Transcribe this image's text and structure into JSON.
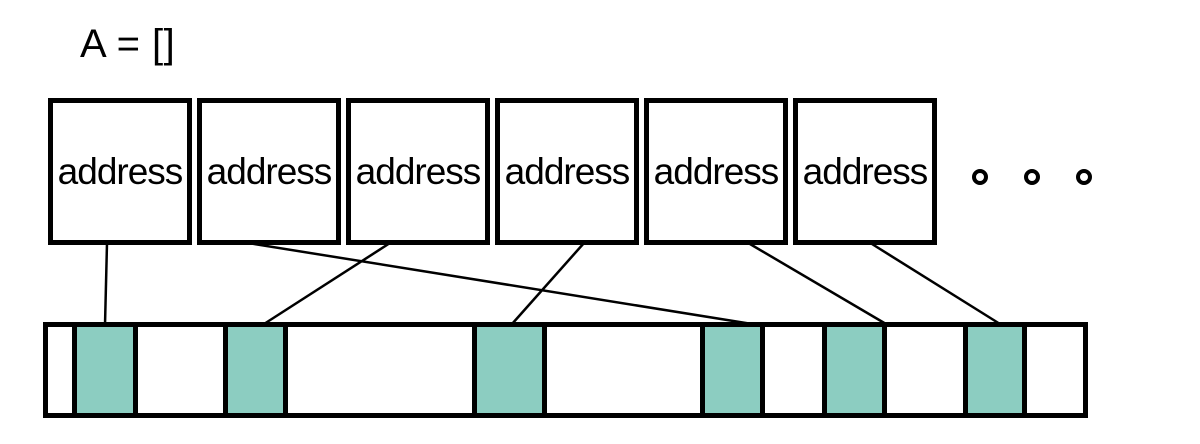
{
  "title": "A = []",
  "pointer_array": {
    "boxes": [
      {
        "label": "address"
      },
      {
        "label": "address"
      },
      {
        "label": "address"
      },
      {
        "label": "address"
      },
      {
        "label": "address"
      },
      {
        "label": "address"
      }
    ],
    "ellipsis": {
      "circle_count": 3
    }
  },
  "memory_bar": {
    "highlight_color": "#8ccdc1",
    "highlighted_cell_count": 6
  },
  "links": [
    {
      "from": "address-box-1",
      "to": "memory-cell-1"
    },
    {
      "from": "address-box-2",
      "to": "memory-cell-4"
    },
    {
      "from": "address-box-3",
      "to": "memory-cell-2"
    },
    {
      "from": "address-box-4",
      "to": "memory-cell-3"
    },
    {
      "from": "address-box-5",
      "to": "memory-cell-5"
    },
    {
      "from": "address-box-6",
      "to": "memory-cell-6"
    }
  ]
}
